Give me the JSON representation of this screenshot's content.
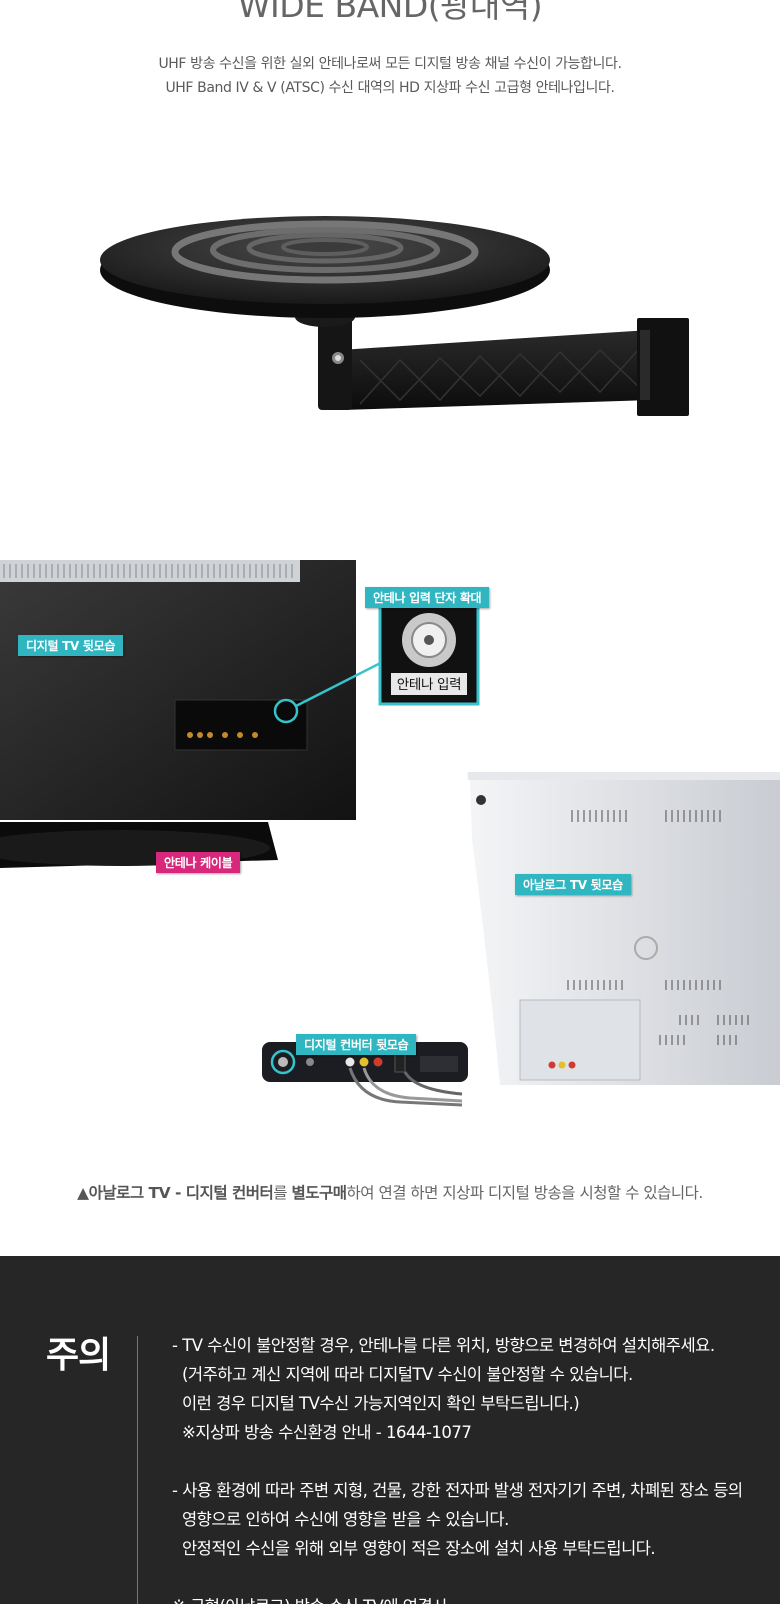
{
  "hero": {
    "title": "WIDE BAND(광대역)",
    "desc_line1": "UHF 방송 수신을 위한 실외 안테나로써 모든 디지털 방송 채널 수신이 가능합니다.",
    "desc_line2": "UHF Band IV & V (ATSC) 수신 대역의 HD 지상파 수신 고급형 안테나입니다."
  },
  "diagram": {
    "digital_tv_label": "디지털 TV 뒷모습",
    "zoom_label": "안테나 입력 단자 확대",
    "zoom_port_label": "안테나 입력",
    "cable_label": "안테나 케이블",
    "analog_tv_label": "아날로그 TV 뒷모습",
    "converter_label": "디지털 컨버터 뒷모습"
  },
  "caption": {
    "bold1": "▲아날로그 TV - 디지털 컨버터",
    "text1": "를 ",
    "bold2": "별도구매",
    "text2": "하여 연결 하면 지상파 디지털 방송을 시청할 수 있습니다."
  },
  "notice": {
    "title": "주의",
    "p1_l1": "- TV 수신이 불안정할 경우, 안테나를 다른 위치, 방향으로 변경하여 설치해주세요.",
    "p1_l2": "(거주하고 계신 지역에 따라 디지털TV 수신이 불안정할 수 있습니다.",
    "p1_l3": "이런 경우 디지털 TV수신 가능지역인지 확인 부탁드립니다.)",
    "p1_l4": "※지상파 방송 수신환경 안내 - 1644-1077",
    "p2_l1": "- 사용 환경에 따라 주변 지형, 건물, 강한 전자파 발생 전자기기 주변, 차폐된 장소 등의",
    "p2_l2": "영향으로 인하여 수신에 영향을 받을 수 있습니다.",
    "p2_l3": "안정적인 수신을 위해 외부 영향이 적은 장소에 설치 사용 부탁드립니다.",
    "p3_l1": "※ 구형(아날로그) 방송 수신 TV에 연결시"
  }
}
